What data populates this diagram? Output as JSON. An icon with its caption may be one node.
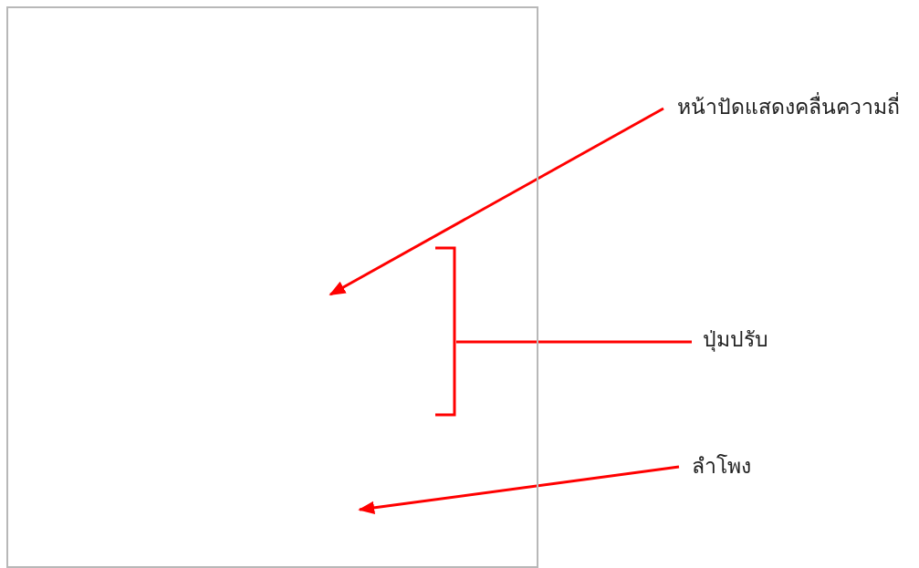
{
  "diagram": {
    "nodes": [
      {
        "text": [],
        "shape": "box"
      },
      {
        "text": [
          "หน้าปัดแสดงคลื่นความถี่"
        ]
      },
      {
        "text": [
          "ปุ่มปรับ"
        ]
      },
      {
        "text": [
          "ลำโพง"
        ]
      }
    ],
    "edges": [
      {
        "from": 1,
        "to": 0,
        "arrow": "to"
      },
      {
        "from": 2,
        "to": 0,
        "arrow": "none"
      },
      {
        "from": 3,
        "to": 0,
        "arrow": "to"
      }
    ]
  }
}
